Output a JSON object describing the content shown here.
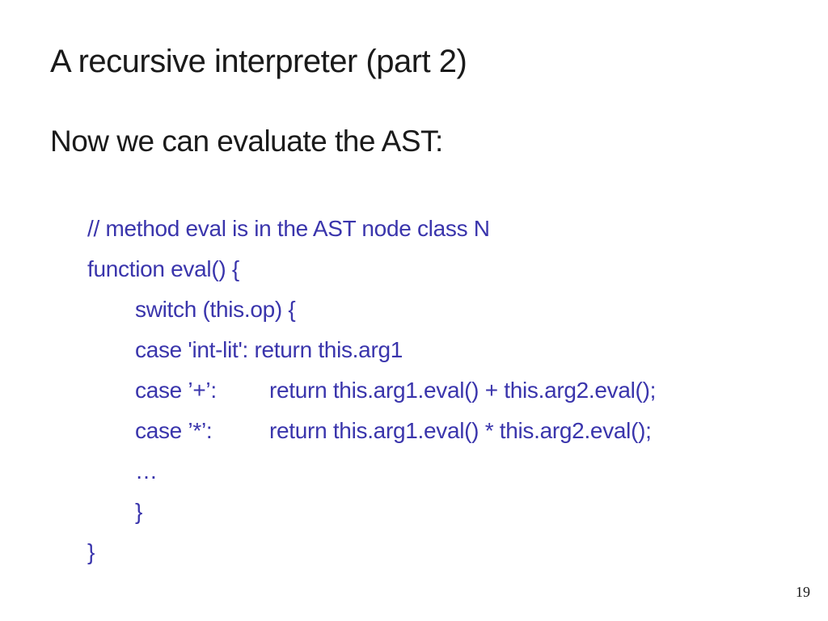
{
  "slide": {
    "title": "A recursive interpreter (part 2)",
    "subtitle": "Now we can evaluate the AST:",
    "page_number": "19",
    "colors": {
      "code_text": "#3A35AC",
      "body_text": "#1A1A1A",
      "background": "#FFFFFF"
    },
    "code_lines": [
      {
        "indent": 1,
        "text": "// method eval is in the AST node class N"
      },
      {
        "indent": 1,
        "text": "function eval() {"
      },
      {
        "indent": 2,
        "text": "switch (this.op) {"
      },
      {
        "indent": 2,
        "text": "case 'int-lit': return this.arg1"
      },
      {
        "indent": 2,
        "label": "case ’+’:",
        "rest": "return this.arg1.eval() + this.arg2.eval();"
      },
      {
        "indent": 2,
        "label": "case ’*’:",
        "rest": "return this.arg1.eval() * this.arg2.eval();"
      },
      {
        "indent": 2,
        "text": "…"
      },
      {
        "indent": 2,
        "text": "}"
      },
      {
        "indent": 1,
        "text": "}"
      }
    ]
  }
}
